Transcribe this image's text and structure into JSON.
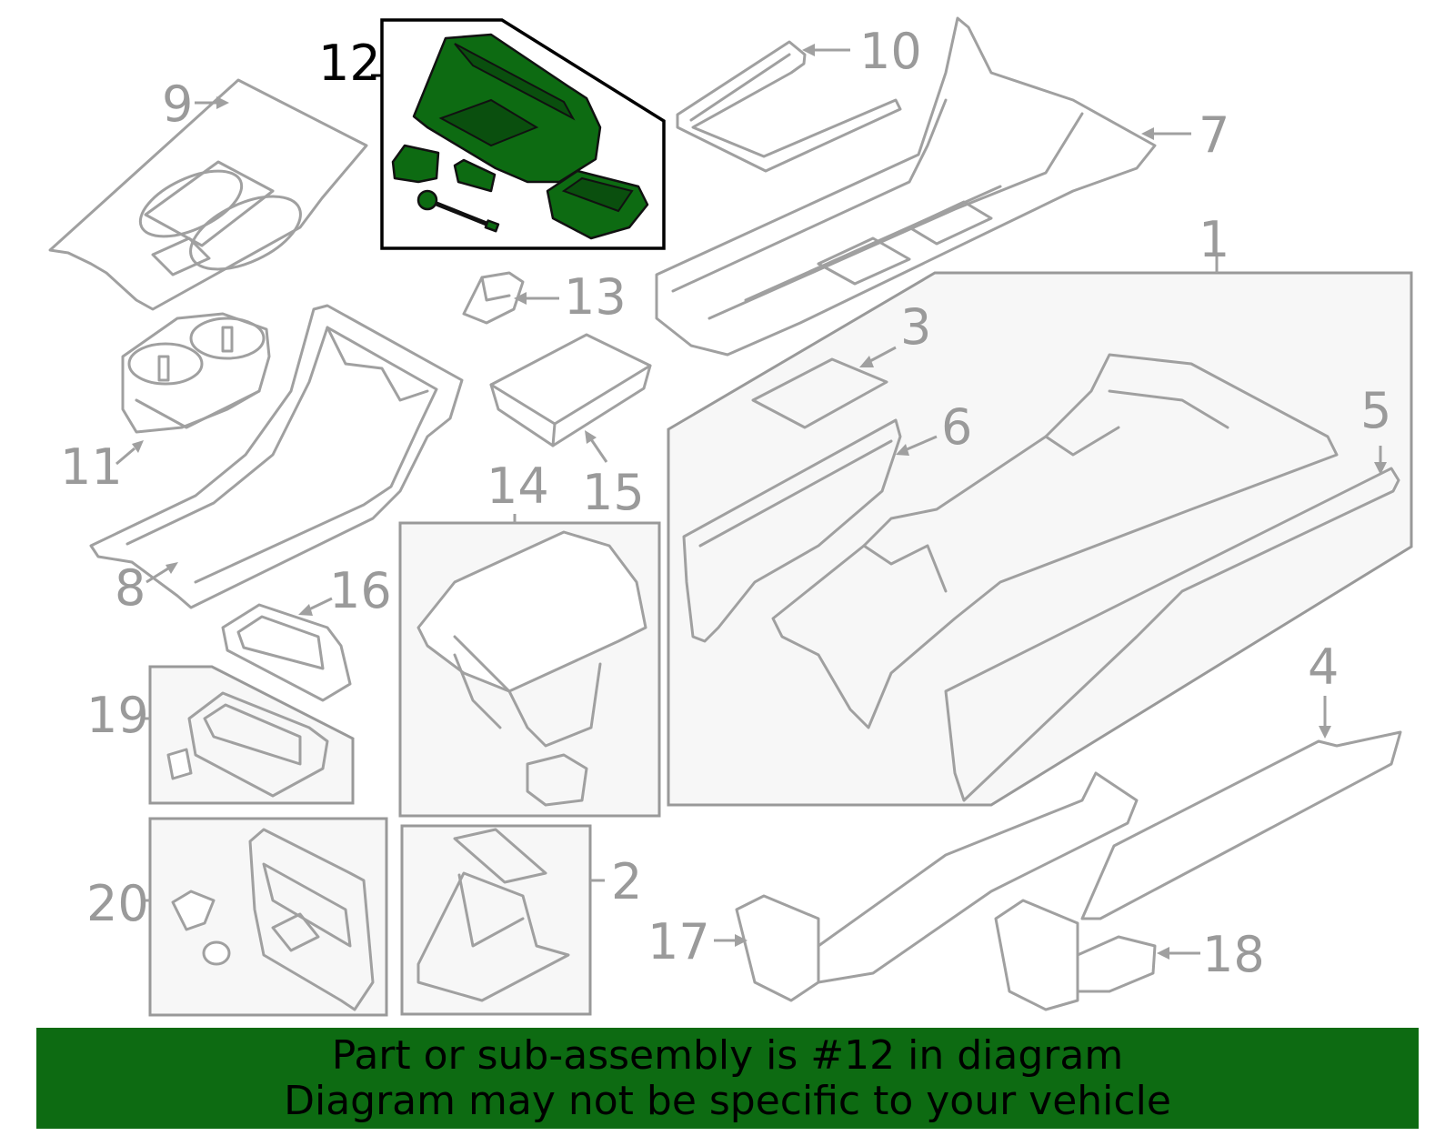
{
  "callouts": [
    {
      "id": "1",
      "label": "1"
    },
    {
      "id": "2",
      "label": "2"
    },
    {
      "id": "3",
      "label": "3"
    },
    {
      "id": "4",
      "label": "4"
    },
    {
      "id": "5",
      "label": "5"
    },
    {
      "id": "6",
      "label": "6"
    },
    {
      "id": "7",
      "label": "7"
    },
    {
      "id": "8",
      "label": "8"
    },
    {
      "id": "9",
      "label": "9"
    },
    {
      "id": "10",
      "label": "10"
    },
    {
      "id": "11",
      "label": "11"
    },
    {
      "id": "12",
      "label": "12",
      "highlighted": true
    },
    {
      "id": "13",
      "label": "13"
    },
    {
      "id": "14",
      "label": "14"
    },
    {
      "id": "15",
      "label": "15"
    },
    {
      "id": "16",
      "label": "16"
    },
    {
      "id": "17",
      "label": "17"
    },
    {
      "id": "18",
      "label": "18"
    },
    {
      "id": "19",
      "label": "19"
    },
    {
      "id": "20",
      "label": "20"
    }
  ],
  "banner": {
    "line1": "Part or sub-assembly is #12 in diagram",
    "line2": "Diagram may not be specific to your vehicle"
  },
  "colors": {
    "highlight": "#0d6b12",
    "line_art": "#a0a0a0",
    "banner_bg": "#0d6b12"
  }
}
